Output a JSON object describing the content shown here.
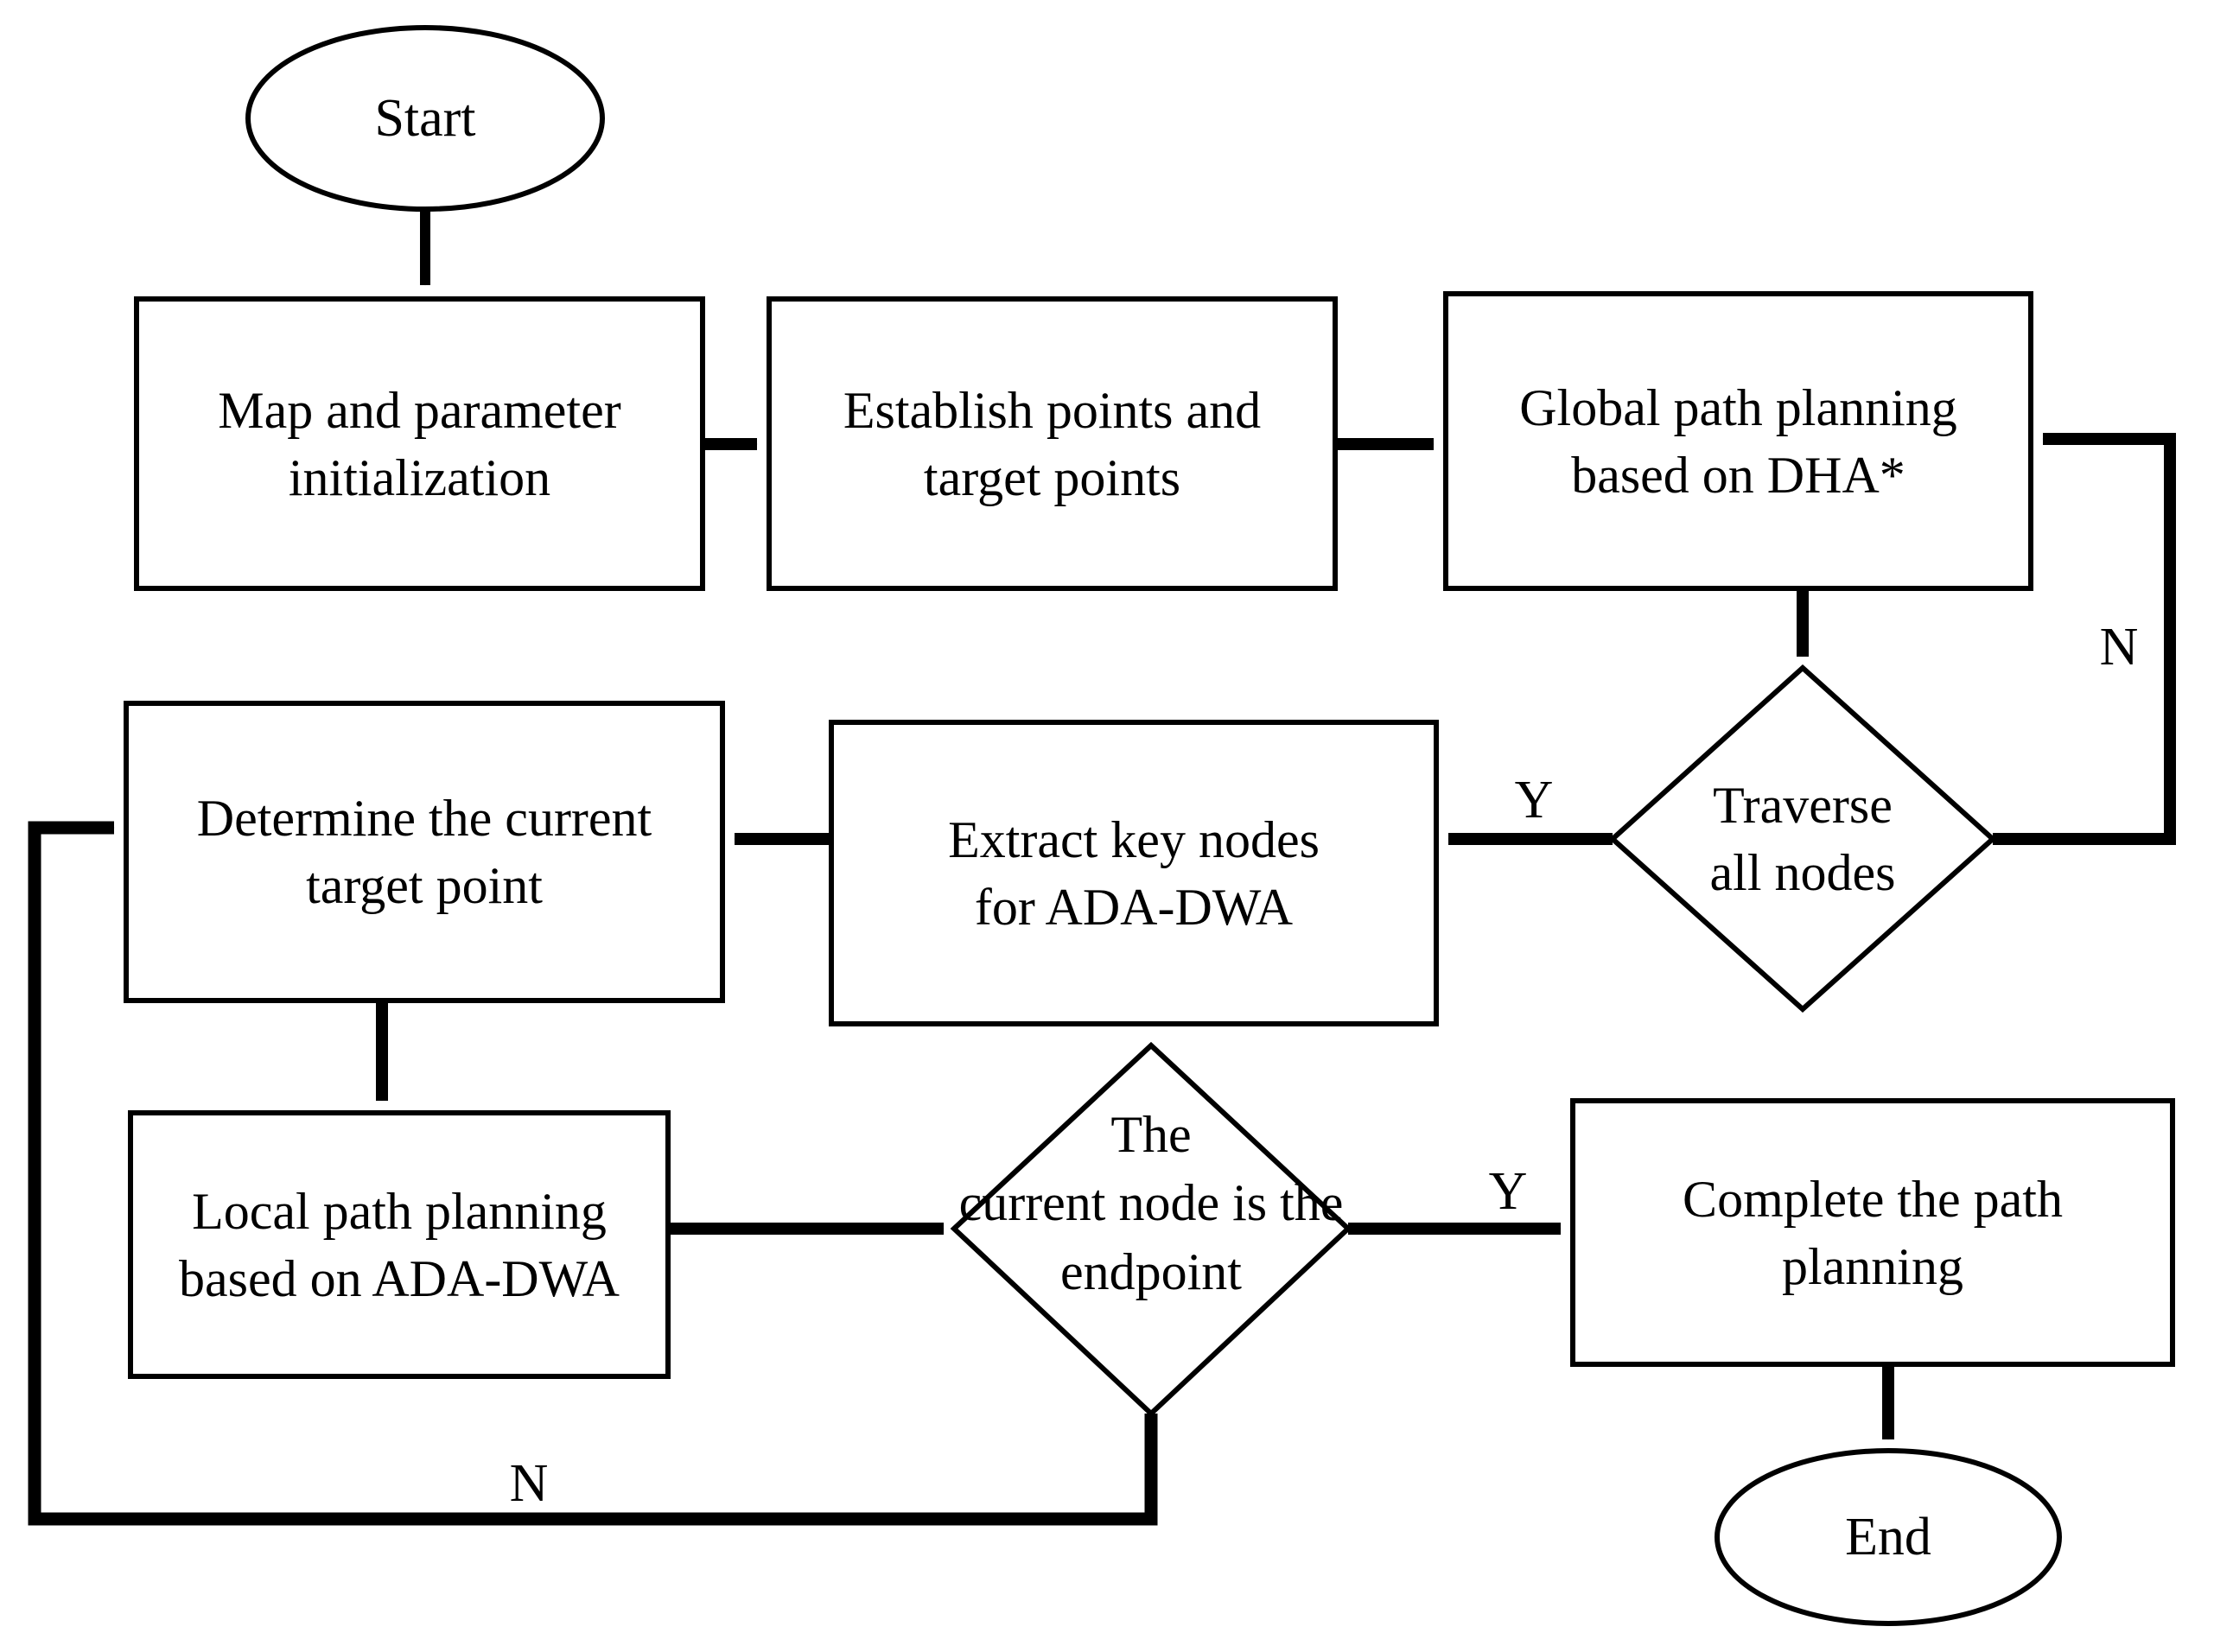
{
  "diagram": {
    "type": "flowchart",
    "title": "Path planning algorithm flowchart",
    "orientation": "top-to-bottom",
    "stroke_color": "#000000",
    "fill_color": "#FFFFFF",
    "background_color": "#FFFFFF"
  },
  "nodes": {
    "start": {
      "label": "Start",
      "shape": "ellipse"
    },
    "map_init": {
      "label": "Map and parameter\ninitialization",
      "shape": "rectangle"
    },
    "establish_points": {
      "label": "Establish points and\ntarget points",
      "shape": "rectangle"
    },
    "global_planning": {
      "label": "Global path planning\nbased on DHA*",
      "shape": "rectangle"
    },
    "traverse_nodes": {
      "label": "Traverse\nall nodes",
      "shape": "diamond"
    },
    "extract_nodes": {
      "label": "Extract key nodes\nfor ADA-DWA",
      "shape": "rectangle"
    },
    "determine_target": {
      "label": "Determine the current\ntarget point",
      "shape": "rectangle"
    },
    "local_planning": {
      "label": "Local path planning\nbased on ADA-DWA",
      "shape": "rectangle"
    },
    "is_endpoint": {
      "label": "The\ncurrent node is the\nendpoint",
      "shape": "diamond"
    },
    "complete_planning": {
      "label": "Complete the path\nplanning",
      "shape": "rectangle"
    },
    "end": {
      "label": "End",
      "shape": "ellipse"
    }
  },
  "edge_labels": {
    "traverse_no": "N",
    "traverse_yes": "Y",
    "endpoint_yes": "Y",
    "endpoint_no": "N"
  },
  "edges": [
    {
      "from": "start",
      "to": "map_init",
      "label": ""
    },
    {
      "from": "map_init",
      "to": "establish_points",
      "label": ""
    },
    {
      "from": "establish_points",
      "to": "global_planning",
      "label": ""
    },
    {
      "from": "global_planning",
      "to": "traverse_nodes",
      "label": ""
    },
    {
      "from": "traverse_nodes",
      "to": "global_planning",
      "label": "N"
    },
    {
      "from": "traverse_nodes",
      "to": "extract_nodes",
      "label": "Y"
    },
    {
      "from": "extract_nodes",
      "to": "determine_target",
      "label": ""
    },
    {
      "from": "determine_target",
      "to": "local_planning",
      "label": ""
    },
    {
      "from": "local_planning",
      "to": "is_endpoint",
      "label": ""
    },
    {
      "from": "is_endpoint",
      "to": "complete_planning",
      "label": "Y"
    },
    {
      "from": "is_endpoint",
      "to": "determine_target",
      "label": "N"
    },
    {
      "from": "complete_planning",
      "to": "end",
      "label": ""
    }
  ]
}
